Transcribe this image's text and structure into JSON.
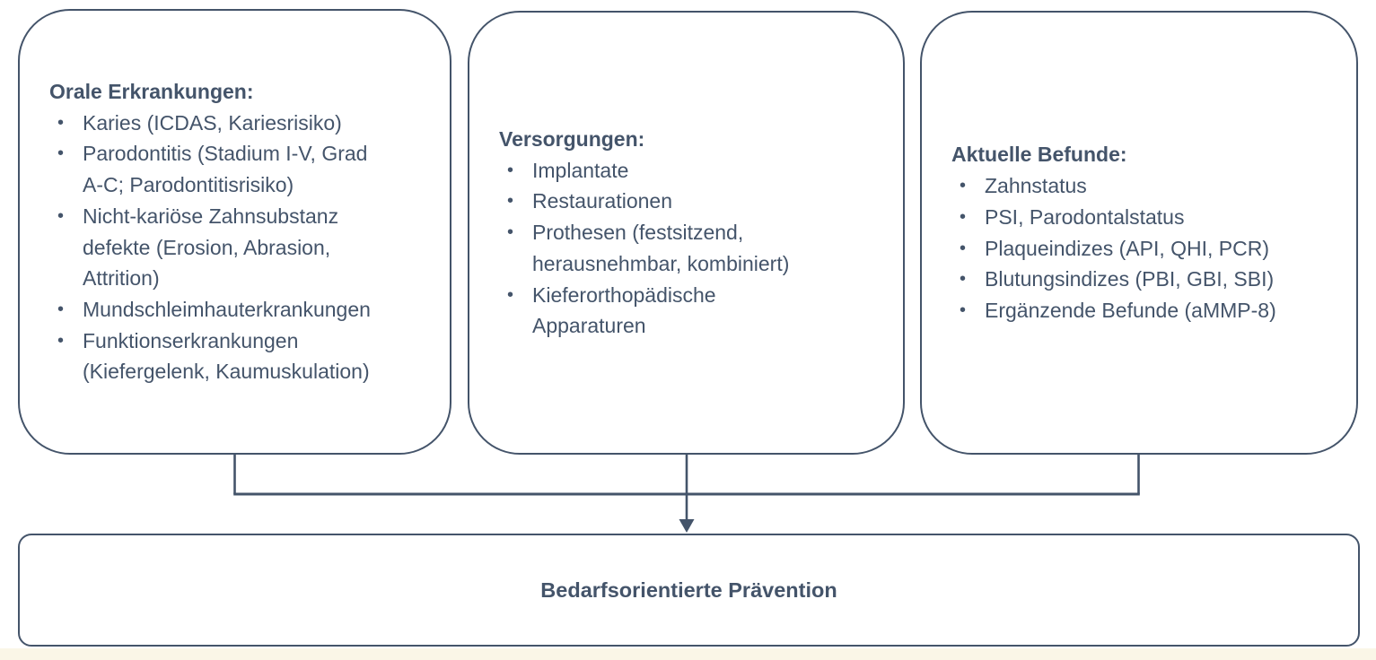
{
  "colors": {
    "ink": "#44546A",
    "box_background": "#ffffff",
    "page_background": "#ffffff",
    "footer_strip": "#faf6e7"
  },
  "bullet": "•",
  "boxes": [
    {
      "heading": "Orale Erkrankungen:",
      "items": [
        "Karies (ICDAS, Kariesrisiko)",
        "Parodontitis (Stadium I-V, Grad\nA-C; Parodontitisrisiko)",
        "Nicht-kariöse Zahnsubstanz\ndefekte (Erosion, Abrasion,\nAttrition)",
        "Mundschleimhauterkrankungen",
        "Funktionserkrankungen\n(Kiefergelenk, Kaumuskulation)"
      ]
    },
    {
      "heading": "Versorgungen:",
      "items": [
        "Implantate",
        "Restaurationen",
        "Prothesen (festsitzend,\nherausnehmbar, kombiniert)",
        "Kieferorthopädische\nApparaturen"
      ]
    },
    {
      "heading": "Aktuelle Befunde:",
      "items": [
        "Zahnstatus",
        "PSI, Parodontalstatus",
        "Plaqueindizes (API, QHI, PCR)",
        "Blutungsindizes (PBI, GBI, SBI)",
        "Ergänzende Befunde (aMMP-8)"
      ]
    }
  ],
  "result_box": {
    "label": "Bedarfsorientierte Prävention"
  }
}
